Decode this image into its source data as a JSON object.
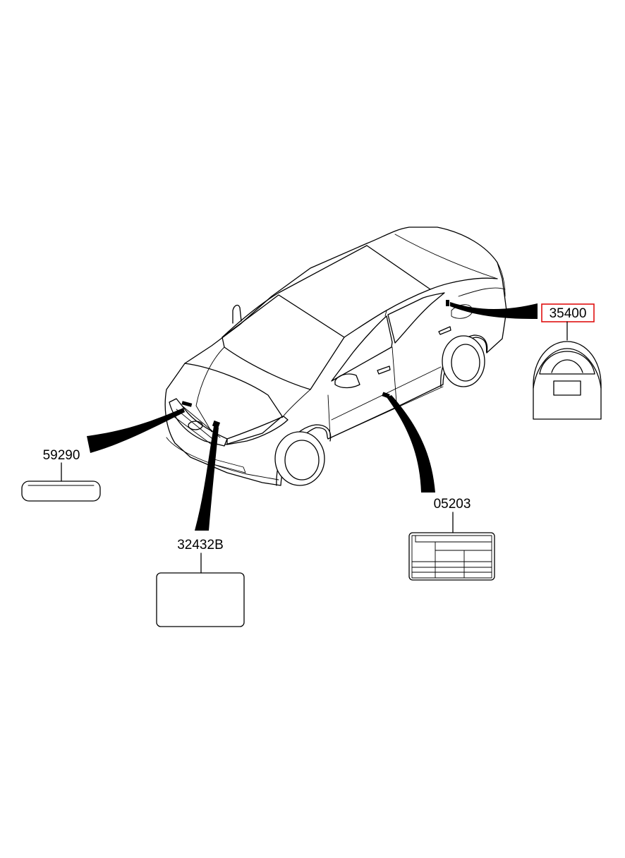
{
  "diagram": {
    "parts": [
      {
        "id": "35400",
        "highlighted": true,
        "highlight_color": "#e01010"
      },
      {
        "id": "59290",
        "highlighted": false
      },
      {
        "id": "32432B",
        "highlighted": false
      },
      {
        "id": "05203",
        "highlighted": false
      }
    ]
  }
}
